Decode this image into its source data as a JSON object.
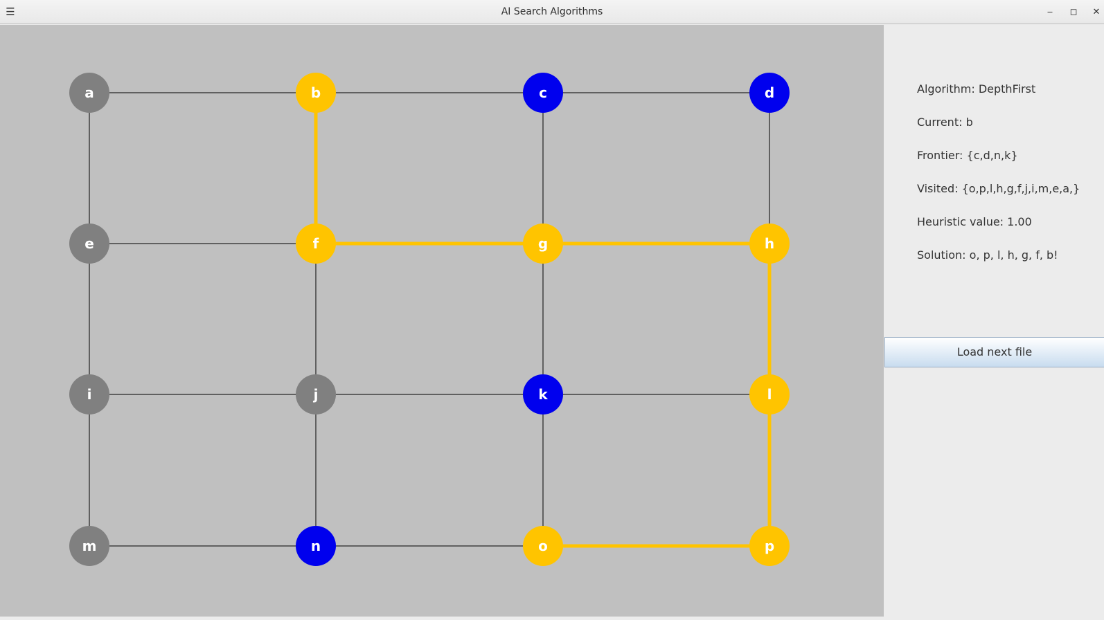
{
  "window": {
    "title": "AI Search Algorithms",
    "menu_icon": "hamburger-menu-icon",
    "minimize_icon": "minimize-icon",
    "maximize_icon": "maximize-icon",
    "close_icon": "close-icon"
  },
  "colors": {
    "canvas_bg": "#c0c0c0",
    "visited": "#808080",
    "frontier": "#0000ee",
    "solution": "#ffc400",
    "edge": "#000000",
    "node_label": "#ffffff"
  },
  "graph": {
    "nodes": [
      {
        "id": "a",
        "label": "a",
        "row": 0,
        "col": 0,
        "state": "visited"
      },
      {
        "id": "b",
        "label": "b",
        "row": 0,
        "col": 1,
        "state": "solution"
      },
      {
        "id": "c",
        "label": "c",
        "row": 0,
        "col": 2,
        "state": "frontier"
      },
      {
        "id": "d",
        "label": "d",
        "row": 0,
        "col": 3,
        "state": "frontier"
      },
      {
        "id": "e",
        "label": "e",
        "row": 1,
        "col": 0,
        "state": "visited"
      },
      {
        "id": "f",
        "label": "f",
        "row": 1,
        "col": 1,
        "state": "solution"
      },
      {
        "id": "g",
        "label": "g",
        "row": 1,
        "col": 2,
        "state": "solution"
      },
      {
        "id": "h",
        "label": "h",
        "row": 1,
        "col": 3,
        "state": "solution"
      },
      {
        "id": "i",
        "label": "i",
        "row": 2,
        "col": 0,
        "state": "visited"
      },
      {
        "id": "j",
        "label": "j",
        "row": 2,
        "col": 1,
        "state": "visited"
      },
      {
        "id": "k",
        "label": "k",
        "row": 2,
        "col": 2,
        "state": "frontier"
      },
      {
        "id": "l",
        "label": "l",
        "row": 2,
        "col": 3,
        "state": "solution"
      },
      {
        "id": "m",
        "label": "m",
        "row": 3,
        "col": 0,
        "state": "visited"
      },
      {
        "id": "n",
        "label": "n",
        "row": 3,
        "col": 1,
        "state": "frontier"
      },
      {
        "id": "o",
        "label": "o",
        "row": 3,
        "col": 2,
        "state": "solution"
      },
      {
        "id": "p",
        "label": "p",
        "row": 3,
        "col": 3,
        "state": "solution"
      }
    ],
    "edges": [
      [
        "a",
        "b"
      ],
      [
        "b",
        "c"
      ],
      [
        "c",
        "d"
      ],
      [
        "e",
        "f"
      ],
      [
        "f",
        "g"
      ],
      [
        "g",
        "h"
      ],
      [
        "i",
        "j"
      ],
      [
        "j",
        "k"
      ],
      [
        "k",
        "l"
      ],
      [
        "m",
        "n"
      ],
      [
        "n",
        "o"
      ],
      [
        "o",
        "p"
      ],
      [
        "a",
        "e"
      ],
      [
        "e",
        "i"
      ],
      [
        "i",
        "m"
      ],
      [
        "b",
        "f"
      ],
      [
        "f",
        "j"
      ],
      [
        "j",
        "n"
      ],
      [
        "c",
        "g"
      ],
      [
        "g",
        "k"
      ],
      [
        "k",
        "o"
      ],
      [
        "d",
        "h"
      ],
      [
        "h",
        "l"
      ],
      [
        "l",
        "p"
      ]
    ],
    "solution_path": [
      "o",
      "p",
      "l",
      "h",
      "g",
      "f",
      "b"
    ]
  },
  "panel": {
    "algorithm": "Algorithm: DepthFirst",
    "current": "Current: b",
    "frontier": "Frontier: {c,d,n,k}",
    "visited": "Visited: {o,p,l,h,g,f,j,i,m,e,a,}",
    "heuristic": "Heuristic value: 1.00",
    "solution": "Solution: o, p, l, h, g, f, b!",
    "load_button": "Load next file"
  }
}
